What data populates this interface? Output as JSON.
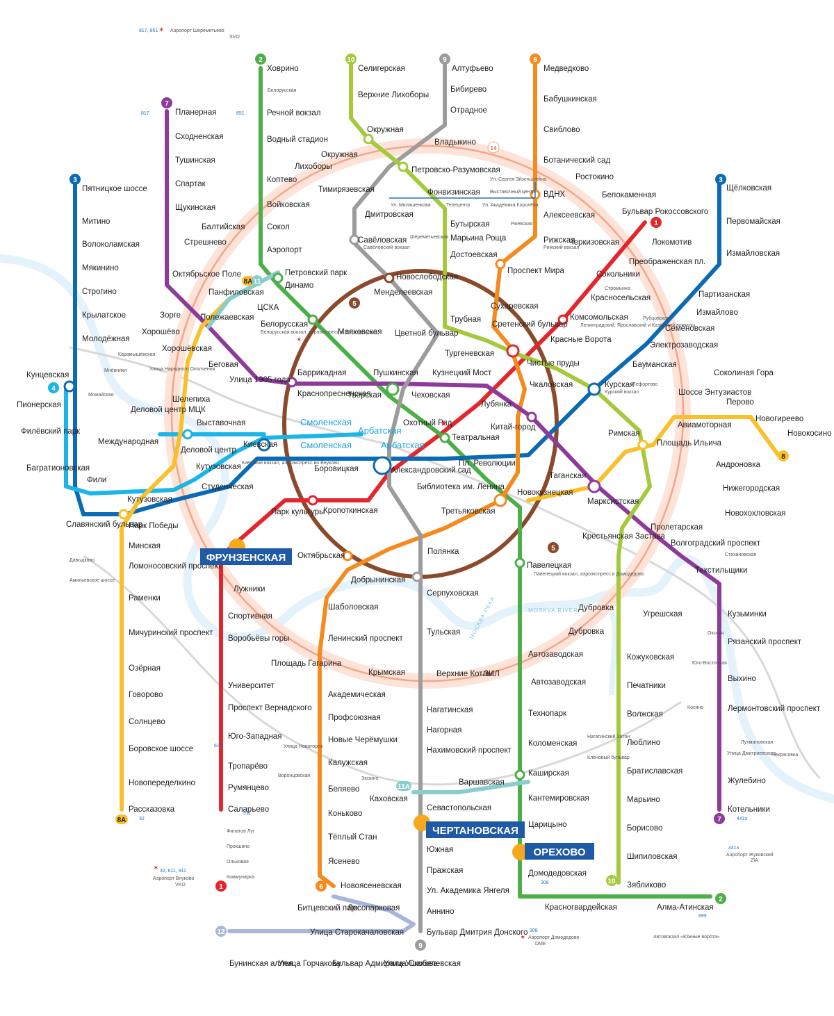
{
  "colors": {
    "l1": "#e4262c",
    "l2": "#4caf48",
    "l3": "#0a6ab3",
    "l4": "#1cb5e8",
    "l5": "#8b4a2b",
    "l6": "#f58a1f",
    "l7": "#8e3a9b",
    "l8": "#f9c02c",
    "l9": "#9c9c9c",
    "l10": "#a5c93a",
    "l11": "#89cdcf",
    "l12": "#a8b6dc",
    "l14": "#f4a58a",
    "mcd": "#d8d8d8",
    "river": "#e4f2fb",
    "callout": "#1f5aa6"
  },
  "callouts": [
    "ФРУНЗЕНСКАЯ",
    "ЧЕРТАНОВСКАЯ",
    "ОРЕХОВО"
  ],
  "rivers": [
    "МОСКВА-РЕКА",
    "MOSKVA RIVER"
  ],
  "airports": [
    "Аэропорт Шереметьево",
    "SVO",
    "Аэропорт Внуково",
    "VKO",
    "Аэропорт Домодедово",
    "DME",
    "Аэропорт Жуковский",
    "ZIA"
  ],
  "bus_routes": [
    "817, 851",
    "817",
    "851",
    "911",
    "32, 611, 911",
    "611",
    "32",
    "308",
    "441э",
    "899"
  ],
  "line_badges": [
    "1",
    "2",
    "3",
    "4",
    "5",
    "6",
    "7",
    "8",
    "8А",
    "9",
    "10",
    "11",
    "11А",
    "12",
    "14"
  ],
  "highlights": [
    "Смоленская",
    "Смоленская",
    "Арбатская",
    "Арбатская"
  ],
  "small_labels": [
    "Белорусская вокзал, аэроэкспресс в Шереметьево",
    "Савёловский вокзал",
    "Рижский вокзал",
    "Ленинградский, Ярославский и Казанский вокзалы",
    "Курский вокзал",
    "Киевский вокзал, аэроэкспресс во Внуково",
    "Павелецкий вокзал, аэроэкспресс в Домодедово",
    "Автовокзал «Южные ворота»",
    "Белорусская",
    "Шереметьевская",
    "Ржевская",
    "Стромынка",
    "Рубцовская",
    "Лефортово",
    "Карамышевская",
    "Мнёвники",
    "Можайская",
    "Улица Народного Ополчения",
    "Давыдково",
    "Аминьевское шоссе",
    "Улица Новаторов",
    "Воронцовская",
    "Зюзино",
    "Нагатинский Затон",
    "Кленовый бульвар",
    "Стахановская",
    "Окская",
    "Юго-Восточная",
    "Косино",
    "Лухмановская",
    "Улица Дмитриевского",
    "Некрасовка",
    "Ул. Сергея Эйзенштейна",
    "Выставочный центр",
    "Ул. Академика Королёва",
    "Телецентр",
    "Ул. Милашенкова",
    "Филатов Луг",
    "Прокшино",
    "Ольховая",
    "Коммунарка"
  ],
  "stations": {
    "l1": [
      "Бульвар Рокоссовского",
      "Черкизовская",
      "Преображенская пл.",
      "Сокольники",
      "Красносельская",
      "Комсомольская",
      "Красные Ворота",
      "Чистые пруды",
      "Лубянка",
      "Охотный Ряд",
      "Библиотека им. Ленина",
      "Кропоткинская",
      "Парк культуры",
      "Фрунзенская",
      "Спортивная",
      "Воробьёвы горы",
      "Университет",
      "Проспект Вернадского",
      "Юго-Западная",
      "Тропарёво",
      "Румянцево",
      "Саларьево"
    ],
    "l2": [
      "Ховрино",
      "Речной вокзал",
      "Водный стадион",
      "Войковская",
      "Сокол",
      "Аэропорт",
      "Динамо",
      "Белорусская",
      "Маяковская",
      "Тверская",
      "Театральная",
      "Новокузнецкая",
      "Павелецкая",
      "Автозаводская",
      "Технопарк",
      "Коломенская",
      "Каширская",
      "Кантемировская",
      "Царицыно",
      "Орехово",
      "Домодедовская",
      "Красногвардейская",
      "Алма-Атинская"
    ],
    "l3": [
      "Пятницкое шоссе",
      "Митино",
      "Волоколамская",
      "Мякинино",
      "Строгино",
      "Крылатское",
      "Молодёжная",
      "Кунцевская",
      "Славянский бульвар",
      "Парк Победы",
      "Киевская",
      "Смоленская",
      "Арбатская",
      "Пл. Революции",
      "Курская",
      "Бауманская",
      "Электрозаводская",
      "Семёновская",
      "Партизанская",
      "Измайловская",
      "Первомайская",
      "Щёлковская"
    ],
    "l4": [
      "Пионерская",
      "Филёвский парк",
      "Багратионовская",
      "Фили",
      "Кутузовская",
      "Студенческая",
      "Международная",
      "Выставочная"
    ],
    "l5": [
      "Новослободская",
      "Проспект Мира",
      "Курская",
      "Таганская",
      "Павелецкая",
      "Добрынинская",
      "Октябрьская",
      "Парк культуры",
      "Киевская",
      "Краснопресненская",
      "Белорусская"
    ],
    "l6": [
      "Медведково",
      "Бабушкинская",
      "Свиблово",
      "Ботанический сад",
      "ВДНХ",
      "Алексеевская",
      "Рижская",
      "Сухаревская",
      "Тургеневская",
      "Китай-город",
      "Третьяковская",
      "Шаболовская",
      "Ленинский проспект",
      "Академическая",
      "Профсоюзная",
      "Новые Черёмушки",
      "Калужская",
      "Беляево",
      "Коньково",
      "Тёплый Стан",
      "Ясенево",
      "Новоясеневская"
    ],
    "l7": [
      "Планерная",
      "Сходненская",
      "Тушинская",
      "Спартак",
      "Щукинская",
      "Октябрьское Поле",
      "Полежаевская",
      "Беговая",
      "Улица 1905 года",
      "Баррикадная",
      "Пушкинская",
      "Кузнецкий Мост",
      "Китай-город",
      "Таганская",
      "Пролетарская",
      "Волгоградский проспект",
      "Текстильщики",
      "Кузьминки",
      "Рязанский проспект",
      "Выхино",
      "Лермонтовский проспект",
      "Жулебино",
      "Котельники"
    ],
    "l8": [
      "Новокосино",
      "Новогиреево",
      "Перово",
      "Шоссе Энтузиастов",
      "Авиамоторная",
      "Площадь Ильича",
      "Марксистская",
      "Третьяковская",
      "Парк Победы",
      "Минская",
      "Ломоносовский проспект",
      "Раменки",
      "Мичуринский проспект",
      "Озёрная",
      "Говорово",
      "Солнцево",
      "Боровское шоссе",
      "Новопеределкино",
      "Рассказовка",
      "Деловой центр",
      "Петровский парк",
      "ЦСКА",
      "Хорошёвская",
      "Шелепиха"
    ],
    "l9": [
      "Алтуфьево",
      "Бибирево",
      "Отрадное",
      "Владыкино",
      "Петровско-Разумовская",
      "Тимирязевская",
      "Дмитровская",
      "Савёловская",
      "Менделеевская",
      "Цветной бульвар",
      "Чеховская",
      "Боровицкая",
      "Полянка",
      "Серпуховская",
      "Тульская",
      "Нагатинская",
      "Нагорная",
      "Нахимовский проспект",
      "Севастопольская",
      "Чертановская",
      "Южная",
      "Пражская",
      "Ул. Академика Янгеля",
      "Аннино",
      "Бульвар Дмитрия Донского"
    ],
    "l10": [
      "Селигерская",
      "Верхние Лихоборы",
      "Окружная",
      "Петровско-Разумовская",
      "Фонвизинская",
      "Бутырская",
      "Марьина Роща",
      "Достоевская",
      "Трубная",
      "Сретенский бульвар",
      "Чкаловская",
      "Римская",
      "Крестьянская Застава",
      "Дубровка",
      "Кожуховская",
      "Печатники",
      "Волжская",
      "Люблино",
      "Братиславская",
      "Марьино",
      "Борисово",
      "Шипиловская",
      "Зябликово"
    ],
    "l11": [
      "Каховская",
      "Варшавская"
    ],
    "l12": [
      "Битцевский парк",
      "Лесопарковая",
      "Улица Старокачаловская",
      "Улица Скобелевская",
      "Бульвар Адмирала Ушакова",
      "Улица Горчакова",
      "Бунинская аллея"
    ],
    "l14": [
      "Окружная",
      "Лихоборы",
      "Коптево",
      "Балтийская",
      "Стрешнево",
      "Панфиловская",
      "Зорге",
      "Хорошёво",
      "Шелепиха",
      "Деловой центр МЦК",
      "Кутузовская",
      "Лужники",
      "Площадь Гагарина",
      "Крымская",
      "Верхние Котлы",
      "ЗИЛ",
      "Автозаводская",
      "Дубровка",
      "Угрешская",
      "Новохохловская",
      "Нижегородская",
      "Андроновка",
      "Соколиная Гора",
      "Измайлово",
      "Локомотив",
      "Белокаменная",
      "Ростокино",
      "Владыкино",
      "Ботанический сад"
    ]
  },
  "interchange_extra": [
    "Александровский сад",
    "Деловой центр"
  ]
}
